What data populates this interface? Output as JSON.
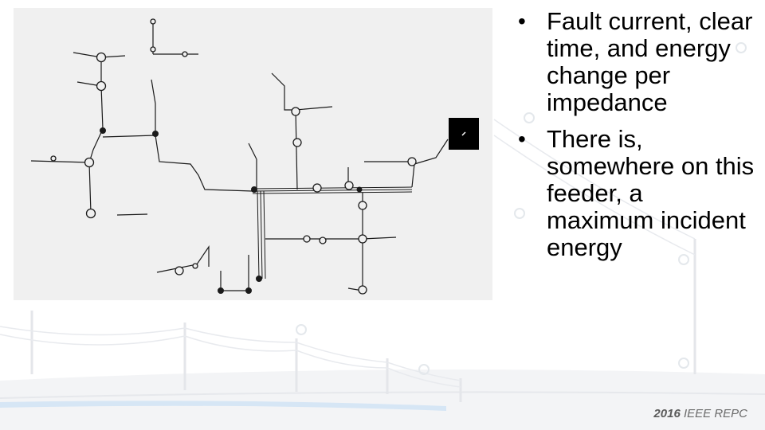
{
  "bullets": [
    {
      "text": "Fault current, clear time, and energy change per impedance"
    },
    {
      "text": "There is, somewhere on this feeder, a maximum incident energy"
    }
  ],
  "footer": {
    "year": "2016",
    "org": "IEEE REPC"
  },
  "colors": {
    "panel_bg": "#f0f0f0",
    "line": "#1a1a1a",
    "watermark": "#e3e8ee",
    "accent_band": "#dce9f5"
  }
}
